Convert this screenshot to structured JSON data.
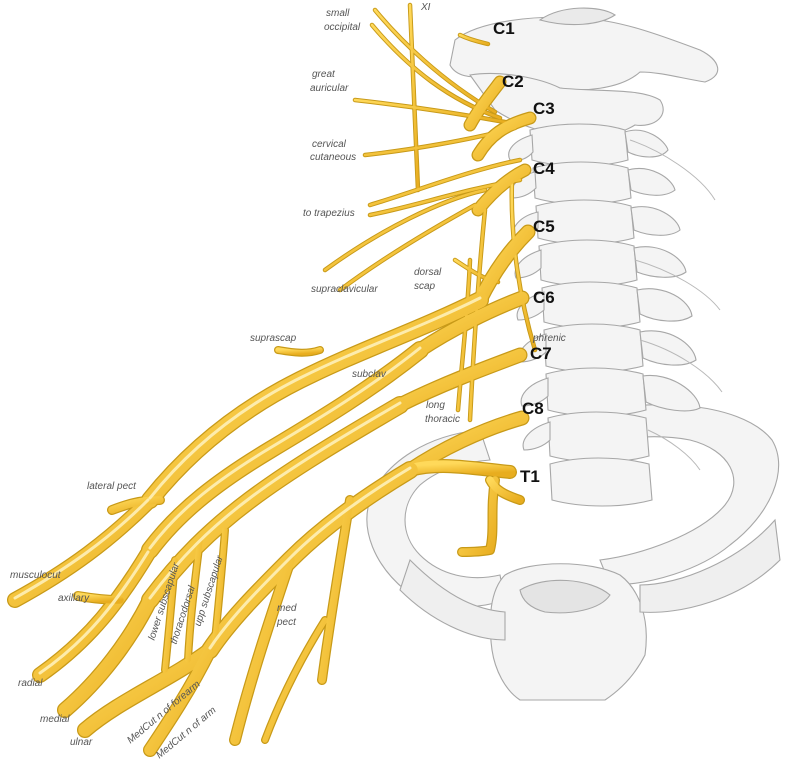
{
  "colors": {
    "nerve": "#f4c233",
    "nerve_dark": "#c89a18",
    "nerve_light": "#fff1b5",
    "bone": "#f4f4f4",
    "bone_line": "#a7a7a7"
  },
  "roots": {
    "c1": "C1",
    "c2": "C2",
    "c3": "C3",
    "c4": "C4",
    "c5": "C5",
    "c6": "C6",
    "c7": "C7",
    "c8": "C8",
    "t1": "T1"
  },
  "labels": {
    "xi": "XI",
    "small_occipital_1": "small",
    "small_occipital_2": "occipital",
    "great_auricular_1": "great",
    "great_auricular_2": "auricular",
    "cervical_cutaneous_1": "cervical",
    "cervical_cutaneous_2": "cutaneous",
    "to_trapezius": "to trapezius",
    "supraclavicular": "supraclavicular",
    "dorsal_scap_1": "dorsal",
    "dorsal_scap_2": "scap",
    "phrenic": "phrenic",
    "suprascap": "suprascap",
    "subclav": "subclav",
    "long_thoracic_1": "long",
    "long_thoracic_2": "thoracic",
    "lateral_pect": "lateral pect",
    "musculocut": "musculocut",
    "axillary": "axillary",
    "lower_subscapular": "lower subscapular",
    "thoracodorsal": "thoracodorsal",
    "upp_subscapular": "upp subscapular",
    "med_pect_1": "med",
    "med_pect_2": "pect",
    "radial": "radial",
    "medial": "medial",
    "ulnar": "ulnar",
    "medcut_forearm": "MedCut n of forearm",
    "medcut_arm": "MedCut n of arm"
  }
}
